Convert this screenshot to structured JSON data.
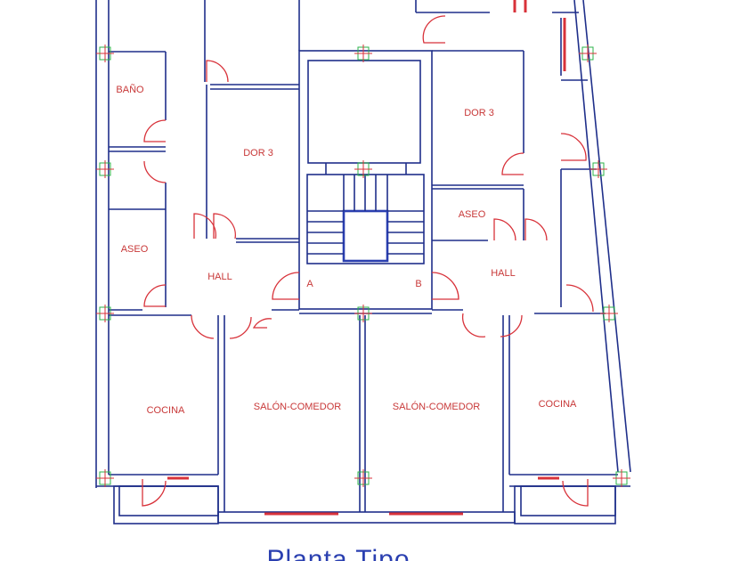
{
  "title": "Planta Tipo",
  "rooms": {
    "bano": "BAÑO",
    "dor_left": "DOR 3",
    "dor_right": "DOR 3",
    "aseo_left": "ASEO",
    "aseo_right": "ASEO",
    "hall_left": "HALL",
    "hall_right": "HALL",
    "door_a": "A",
    "door_b": "B",
    "cocina_left": "COCINA",
    "salon_left": "SALÓN-COMEDOR",
    "salon_right": "SALÓN-COMEDOR",
    "cocina_right": "COCINA"
  },
  "colors": {
    "walls": "#1f2f8a",
    "doors": "#d8323a",
    "columns": "#2bb34a",
    "title": "#2a3fb0"
  }
}
